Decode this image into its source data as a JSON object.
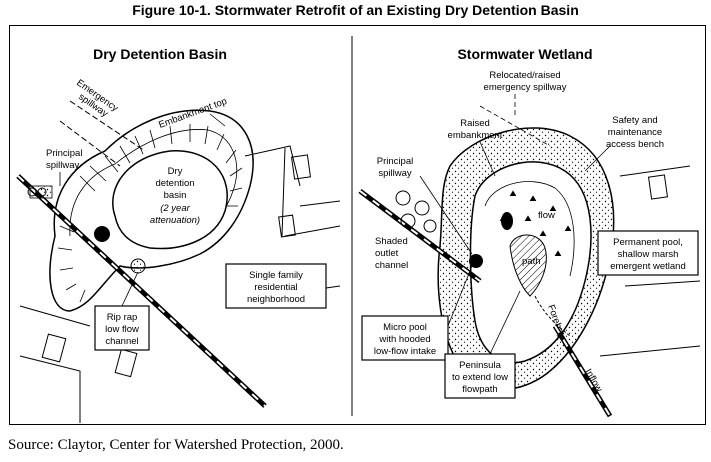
{
  "figure_title": "Figure 10-1. Stormwater Retrofit of an Existing Dry Detention Basin",
  "source": "Source: Claytor, Center for Watershed Protection, 2000.",
  "left_panel": {
    "title": "Dry Detention Basin",
    "labels": {
      "emergency_spillway_1": "Emergency",
      "emergency_spillway_2": "spillway",
      "embankment_top": "Embankment top",
      "principal_spillway_1": "Principal",
      "principal_spillway_2": "spillway",
      "basin_1": "Dry",
      "basin_2": "detention",
      "basin_3": "basin",
      "basin_4": "(2 year",
      "basin_5": "attenuation)",
      "neighborhood_1": "Single family",
      "neighborhood_2": "residential",
      "neighborhood_3": "neighborhood",
      "riprap_1": "Rip rap",
      "riprap_2": "low flow",
      "riprap_3": "channel"
    }
  },
  "right_panel": {
    "title": "Stormwater Wetland",
    "labels": {
      "relocated_1": "Relocated/raised",
      "relocated_2": "emergency spillway",
      "raised_1": "Raised",
      "raised_2": "embankment",
      "safety_1": "Safety and",
      "safety_2": "maintenance",
      "safety_3": "access bench",
      "principal_1": "Principal",
      "principal_2": "spillway",
      "shaded_1": "Shaded",
      "shaded_2": "outlet",
      "shaded_3": "channel",
      "permanent_1": "Permanent pool,",
      "permanent_2": "shallow marsh",
      "permanent_3": "emergent wetland",
      "micro_1": "Micro pool",
      "micro_2": "with hooded",
      "micro_3": "low-flow intake",
      "peninsula_1": "Peninsula",
      "peninsula_2": "to extend low",
      "peninsula_3": "flowpath",
      "inflow": "Inflow",
      "flow": "flow",
      "path": "path",
      "forebay": "Forebay"
    }
  }
}
